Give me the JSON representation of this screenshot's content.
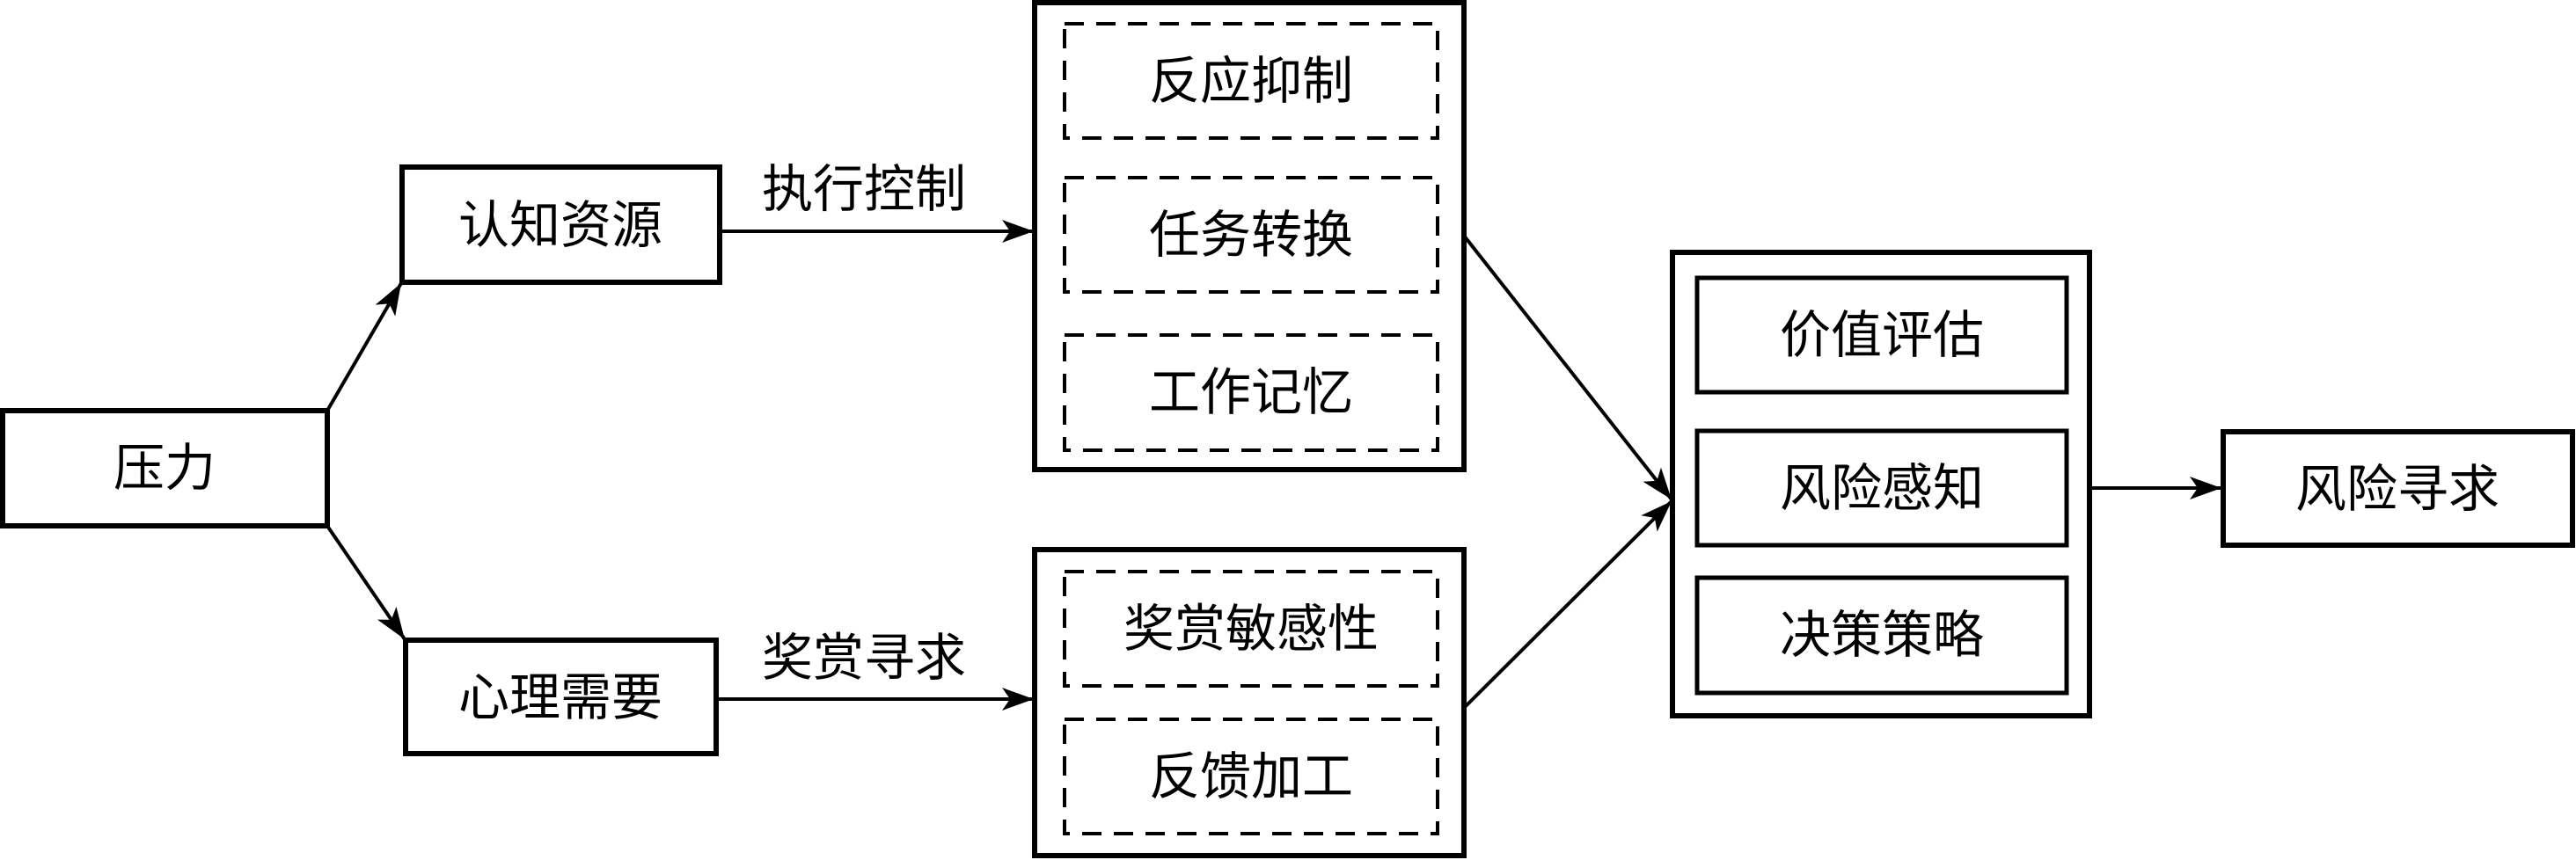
{
  "nodes": {
    "stress": "压力",
    "cognitive_resources": "认知资源",
    "psychological_needs": "心理需要",
    "executive_group": [
      "反应抑制",
      "任务转换",
      "工作记忆"
    ],
    "reward_group": [
      "奖赏敏感性",
      "反馈加工"
    ],
    "decision_group": [
      "价值评估",
      "风险感知",
      "决策策略"
    ],
    "risk_seeking": "风险寻求"
  },
  "edge_labels": {
    "executive_control": "执行控制",
    "reward_seeking": "奖赏寻求"
  },
  "colors": {
    "stroke": "#000000",
    "background": "#ffffff"
  }
}
